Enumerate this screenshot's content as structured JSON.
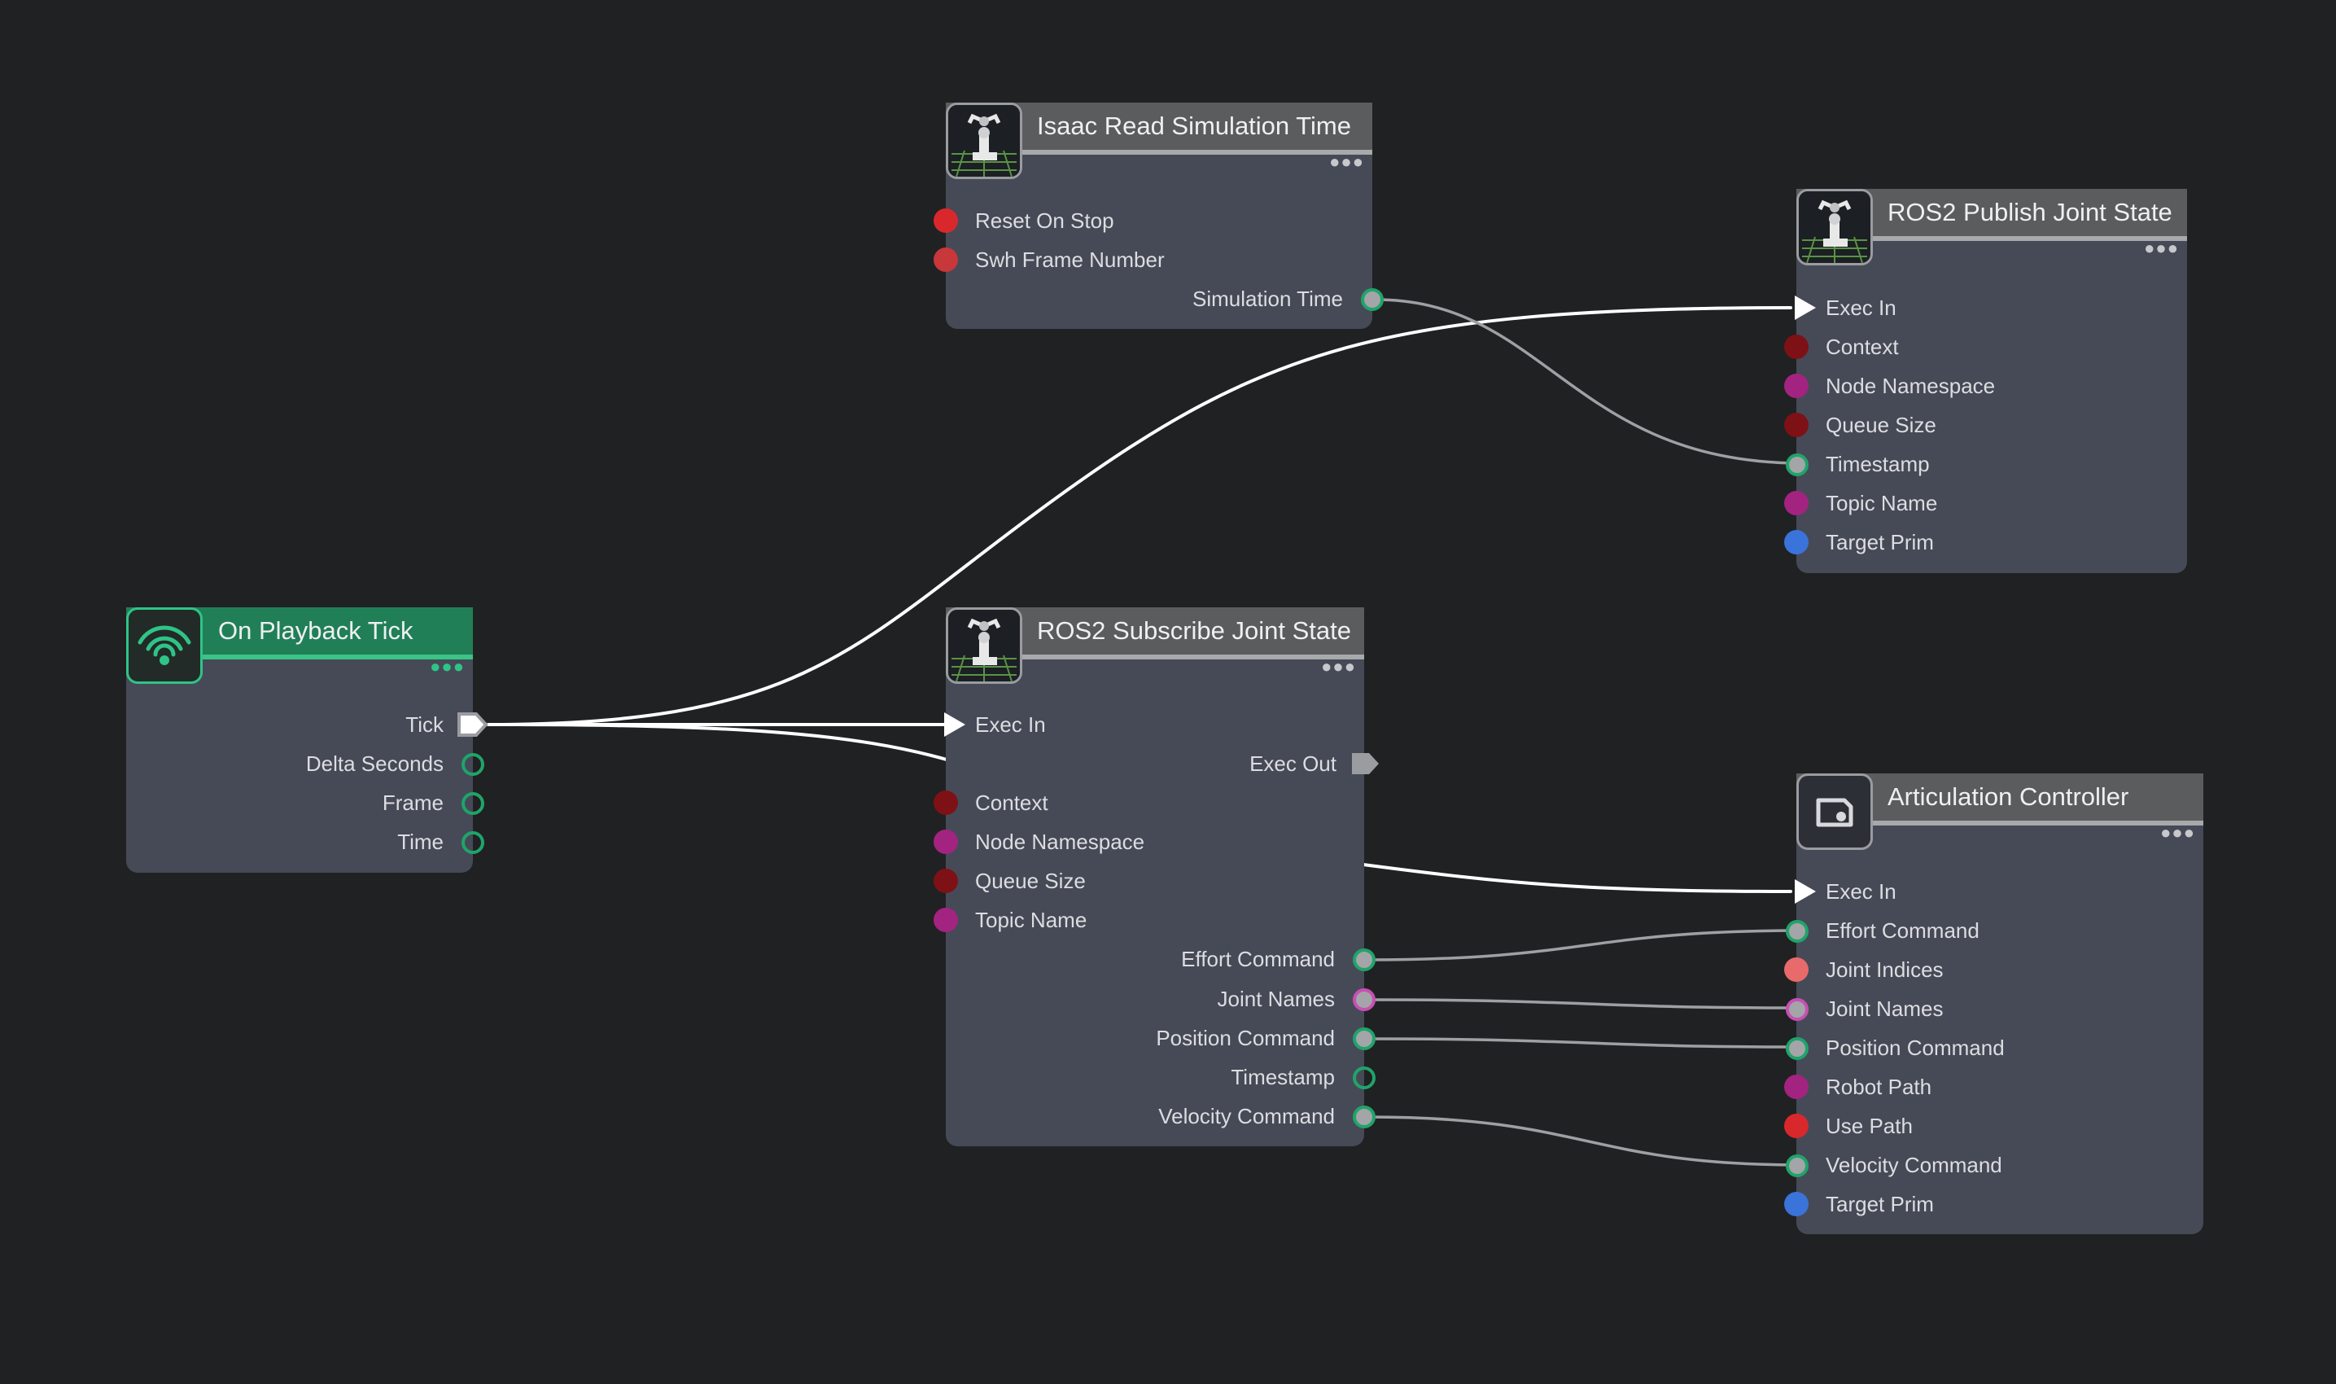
{
  "colors": {
    "background": "#202123",
    "node_body": "#464a57",
    "node_header": "#5b5c5e",
    "event_header": "#217f57",
    "exec_wire": "#ffffff",
    "data_wire": "#9ea0a4",
    "pin_red": "#d9282c",
    "pin_darkred": "#7e1116",
    "pin_magenta": "#a32380",
    "pin_blue": "#3a73d9",
    "pin_salmon": "#e86a6a",
    "pin_green_ring": "#1fa46a"
  },
  "nodes": {
    "on_playback_tick": {
      "title": "On Playback Tick",
      "icon": "wireless-broadcast-icon",
      "outputs": [
        "Tick",
        "Delta Seconds",
        "Frame",
        "Time"
      ]
    },
    "isaac_read_sim_time": {
      "title": "Isaac Read Simulation Time",
      "icon": "robot-arm-icon",
      "inputs": [
        "Reset On Stop",
        "Swh Frame Number"
      ],
      "outputs": [
        "Simulation Time"
      ]
    },
    "ros2_subscribe_joint_state": {
      "title": "ROS2 Subscribe Joint State",
      "icon": "robot-arm-icon",
      "inputs": [
        "Exec In",
        "Context",
        "Node Namespace",
        "Queue Size",
        "Topic Name"
      ],
      "outputs": [
        "Exec Out",
        "Effort Command",
        "Joint Names",
        "Position Command",
        "Timestamp",
        "Velocity Command"
      ]
    },
    "ros2_publish_joint_state": {
      "title": "ROS2 Publish Joint State",
      "icon": "robot-arm-icon",
      "inputs": [
        "Exec In",
        "Context",
        "Node Namespace",
        "Queue Size",
        "Timestamp",
        "Topic Name",
        "Target Prim"
      ]
    },
    "articulation_controller": {
      "title": "Articulation Controller",
      "icon": "controller-icon",
      "inputs": [
        "Exec In",
        "Effort Command",
        "Joint Indices",
        "Joint Names",
        "Position Command",
        "Robot Path",
        "Use Path",
        "Velocity Command",
        "Target Prim"
      ]
    }
  }
}
